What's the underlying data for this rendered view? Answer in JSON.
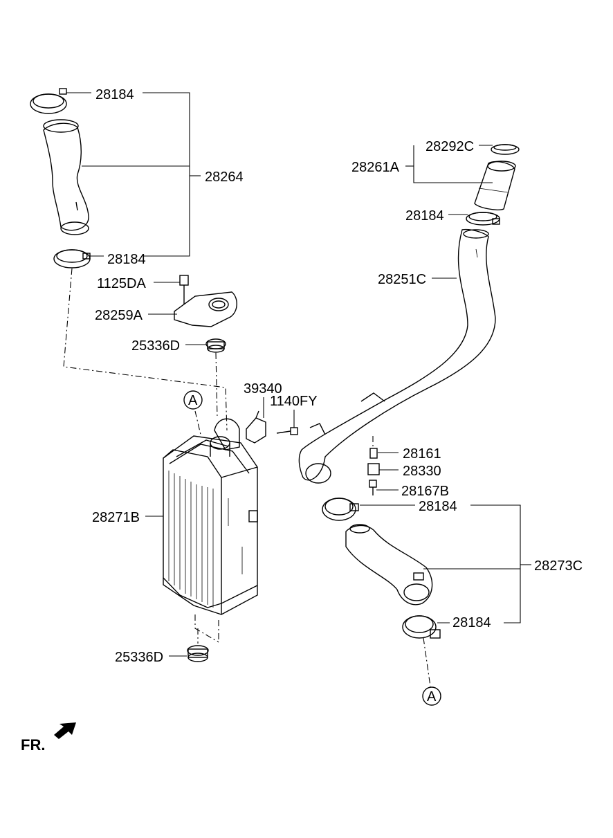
{
  "labels": {
    "p28184_top": "28184",
    "p28264": "28264",
    "p28184_mid": "28184",
    "p1125DA": "1125DA",
    "p28259A": "28259A",
    "p25336D_top": "25336D",
    "pA_left": "A",
    "p39340": "39340",
    "p1140FY": "1140FY",
    "p28271B": "28271B",
    "p25336D_bot": "25336D",
    "p28292C": "28292C",
    "p28261A": "28261A",
    "p28184_right": "28184",
    "p28251C": "28251C",
    "p28161": "28161",
    "p28330": "28330",
    "p28167B": "28167B",
    "p28184_low1": "28184",
    "p28273C": "28273C",
    "p28184_low2": "28184",
    "pA_right": "A",
    "front": "FR."
  }
}
